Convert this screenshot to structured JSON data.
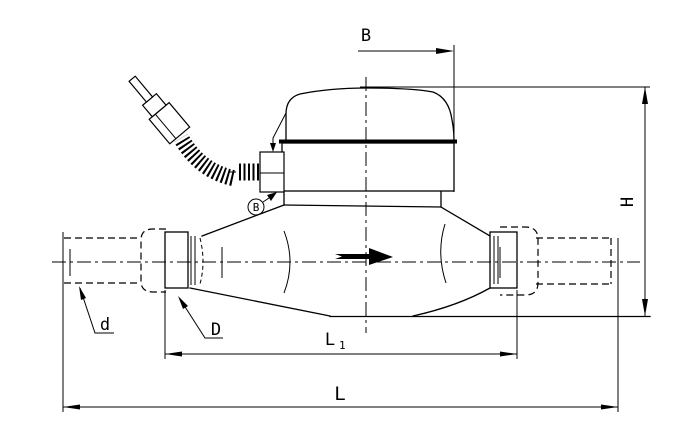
{
  "drawing": {
    "kind": "water-meter outline dimension drawing",
    "labels": {
      "dim_b": "B",
      "dim_h": "H",
      "dim_l": "L",
      "dim_l1_base": "L",
      "dim_l1_sub": "1",
      "dim_coupling": "D",
      "dim_pipe": "d",
      "detail_callout": "B"
    },
    "icons": [
      "flow-arrow-icon"
    ],
    "colors": {
      "line": "#000000",
      "background": "#ffffff"
    }
  }
}
